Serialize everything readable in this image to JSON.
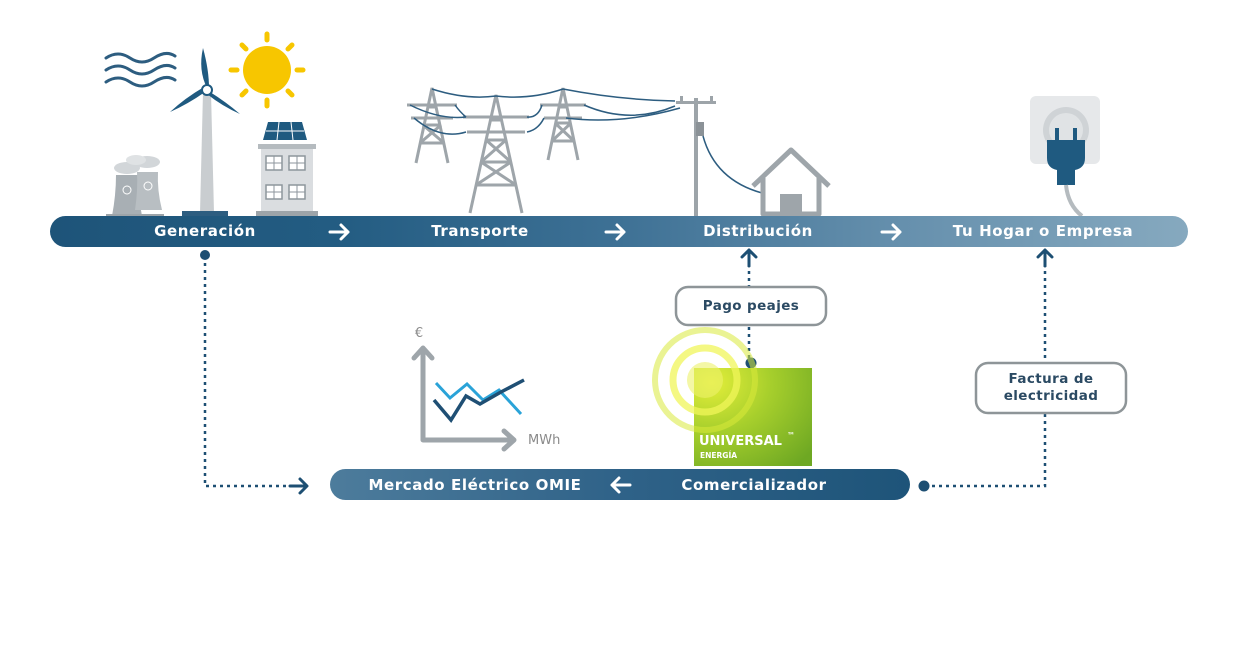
{
  "stages": {
    "generacion": "Generación",
    "transporte": "Transporte",
    "distribucion": "Distribución",
    "hogar": "Tu Hogar o Empresa"
  },
  "market": {
    "omie": "Mercado Eléctrico OMIE",
    "comercializador": "Comercializador"
  },
  "boxes": {
    "pago_peajes": "Pago peajes",
    "factura_line1": "Factura de",
    "factura_line2": "electricidad"
  },
  "chart": {
    "y_unit": "€",
    "x_unit": "MWh"
  },
  "logo": {
    "name": "UNIVERSAL",
    "tm": "™",
    "sub": "ENERGÍA"
  },
  "colors": {
    "bar_dark": "#1f5a80",
    "bar_mid": "#3d6f93",
    "bar_light": "#7fa6bd",
    "dotted": "#1d4f73",
    "icon_grey": "#9da4a9",
    "logo_green": "#8cc12a"
  }
}
